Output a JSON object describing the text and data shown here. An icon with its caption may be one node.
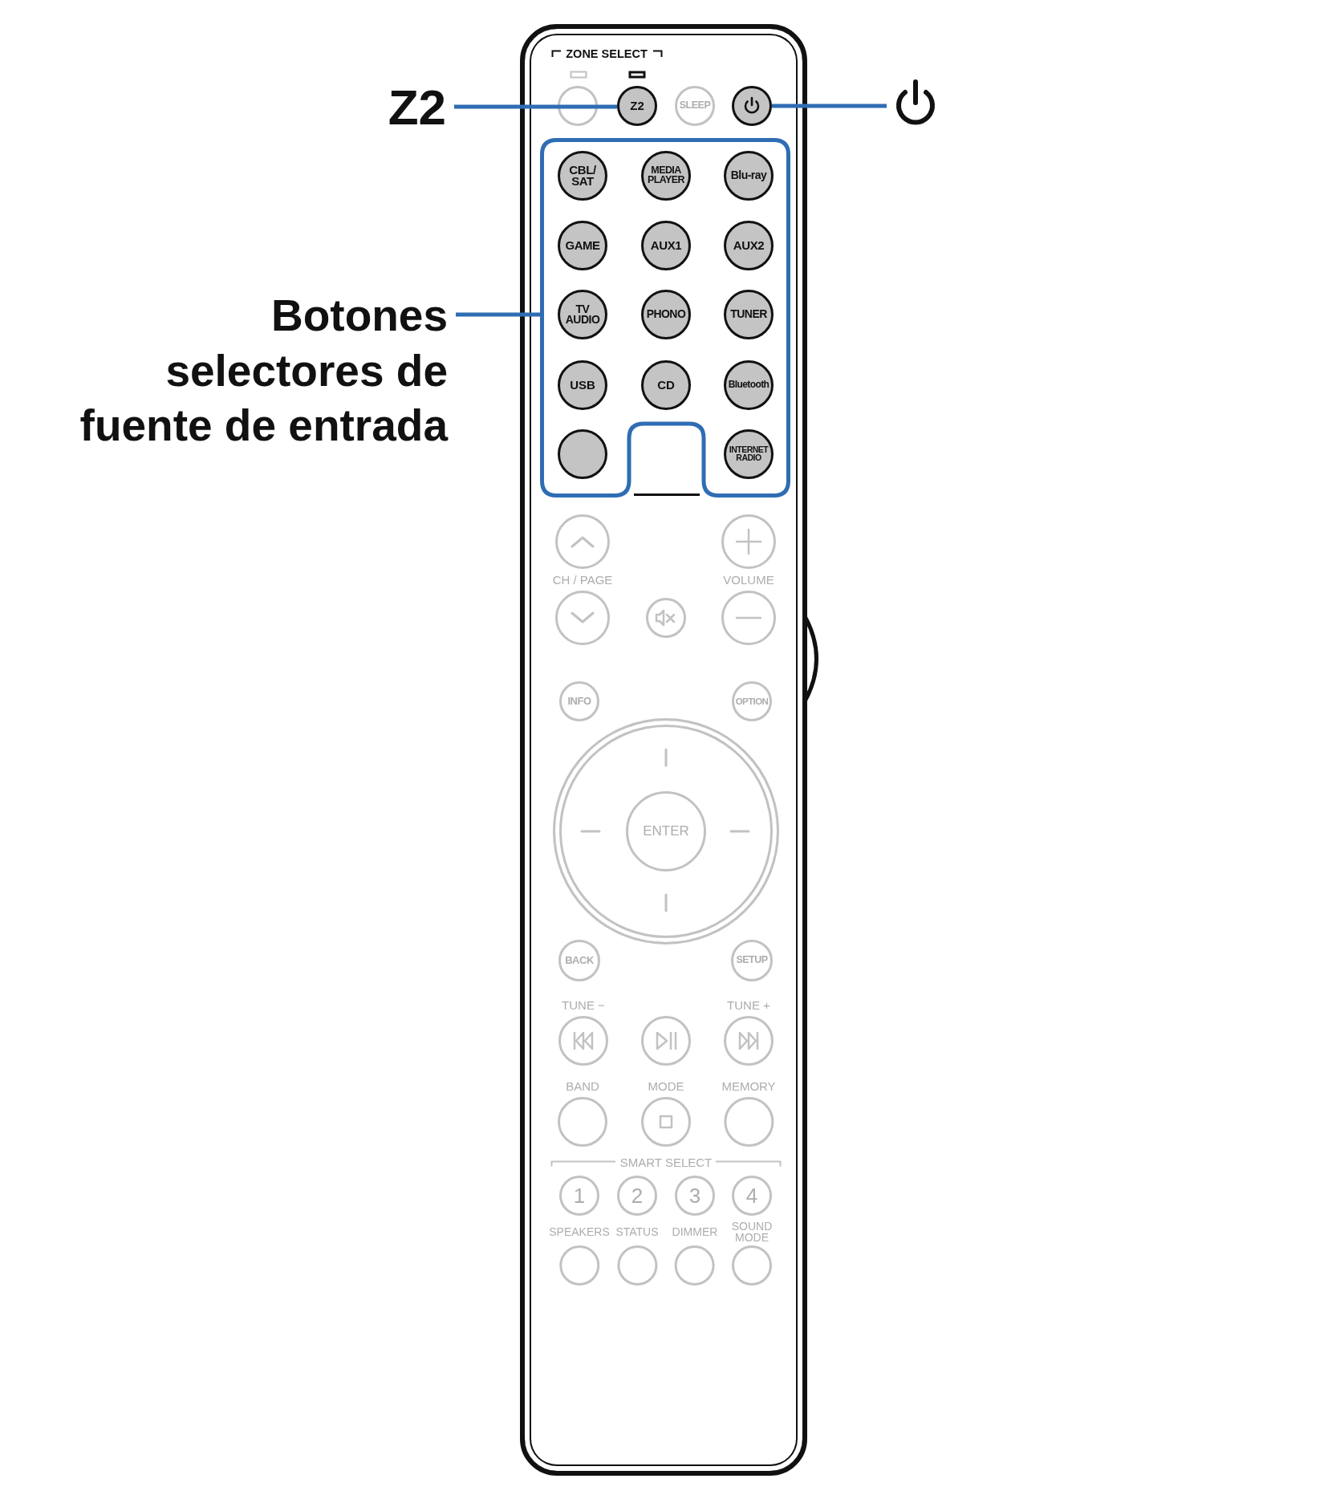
{
  "diagram": {
    "nodes": [
      {
        "text": [
          "Z2"
        ]
      },
      {
        "text": [],
        "shape": "box"
      },
      {
        "text": [],
        "shape": "circle",
        "in": 1
      },
      {
        "text": [
          "Z2"
        ],
        "in": 1
      },
      {
        "text": [
          "SLEEP"
        ],
        "in": 1
      },
      {
        "text": [],
        "shape": "circle",
        "in": 1
      },
      {
        "text": [],
        "shape": "picture"
      },
      {
        "text": [
          "Botones selectores de fuente de entrada"
        ]
      },
      {
        "text": [],
        "shape": "box",
        "in": 1
      },
      {
        "text": [
          "CBL/ SAT"
        ],
        "in": 8
      },
      {
        "text": [
          "MEDIA PLAYER"
        ],
        "in": 8
      },
      {
        "text": [
          "Blu-ray"
        ],
        "in": 8
      },
      {
        "text": [
          "GAME"
        ],
        "in": 8
      },
      {
        "text": [
          "AUX1"
        ],
        "in": 8
      },
      {
        "text": [
          "AUX2"
        ],
        "in": 8
      },
      {
        "text": [
          "TV AUDIO"
        ],
        "in": 8
      },
      {
        "text": [
          "PHONO"
        ],
        "in": 8
      },
      {
        "text": [
          "TUNER"
        ],
        "in": 8
      },
      {
        "text": [
          "USB"
        ],
        "in": 8
      },
      {
        "text": [
          "CD"
        ],
        "in": 8
      },
      {
        "text": [
          "Bluetooth"
        ],
        "in": 8
      },
      {
        "text": [],
        "shape": "circle",
        "in": 8
      },
      {
        "text": [
          "INTERNET RADIO"
        ],
        "in": 8
      },
      {
        "text": [],
        "shape": "circle",
        "in": 1
      },
      {
        "text": [],
        "shape": "circle",
        "in": 1
      },
      {
        "text": [],
        "shape": "circle",
        "in": 1
      },
      {
        "text": [],
        "shape": "circle",
        "in": 1
      },
      {
        "text": [],
        "shape": "circle",
        "in": 1
      },
      {
        "text": [
          "INFO"
        ],
        "in": 1
      },
      {
        "text": [
          "OPTION"
        ],
        "in": 1
      },
      {
        "text": [],
        "shape": "circle",
        "in": 1
      },
      {
        "text": [
          "ENTER"
        ],
        "in": 30
      },
      {
        "text": [
          "BACK"
        ],
        "in": 1
      },
      {
        "text": [
          "SETUP"
        ],
        "in": 1
      },
      {
        "text": [],
        "shape": "circle",
        "in": 1,
        "beside": [
          "TUNE −"
        ]
      },
      {
        "text": [],
        "shape": "circle",
        "in": 1
      },
      {
        "text": [],
        "shape": "circle",
        "in": 1,
        "beside": [
          "TUNE +"
        ]
      },
      {
        "text": [],
        "shape": "circle",
        "in": 1,
        "beside": [
          "BAND"
        ]
      },
      {
        "text": [],
        "shape": "circle",
        "in": 1,
        "beside": [
          "MODE"
        ]
      },
      {
        "text": [],
        "shape": "circle",
        "in": 1,
        "beside": [
          "MEMORY"
        ]
      },
      {
        "text": [
          "1"
        ],
        "in": 1
      },
      {
        "text": [
          "2"
        ],
        "in": 1
      },
      {
        "text": [
          "3"
        ],
        "in": 1
      },
      {
        "text": [
          "4"
        ],
        "in": 1
      },
      {
        "text": [],
        "shape": "circle",
        "in": 1,
        "beside": [
          "SPEAKERS"
        ]
      },
      {
        "text": [],
        "shape": "circle",
        "in": 1,
        "beside": [
          "STATUS"
        ]
      },
      {
        "text": [],
        "shape": "circle",
        "in": 1,
        "beside": [
          "DIMMER"
        ]
      },
      {
        "text": [],
        "shape": "circle",
        "in": 1,
        "beside": [
          "SOUND MODE"
        ]
      }
    ],
    "edges": [
      {
        "from": 0,
        "to": 3,
        "arrow": "none"
      },
      {
        "from": 6,
        "to": 5,
        "arrow": "none"
      },
      {
        "from": 7,
        "to": 8,
        "arrow": "none"
      }
    ],
    "labels": [
      "ZONE SELECT",
      "CH / PAGE",
      "VOLUME",
      "SMART SELECT"
    ]
  }
}
